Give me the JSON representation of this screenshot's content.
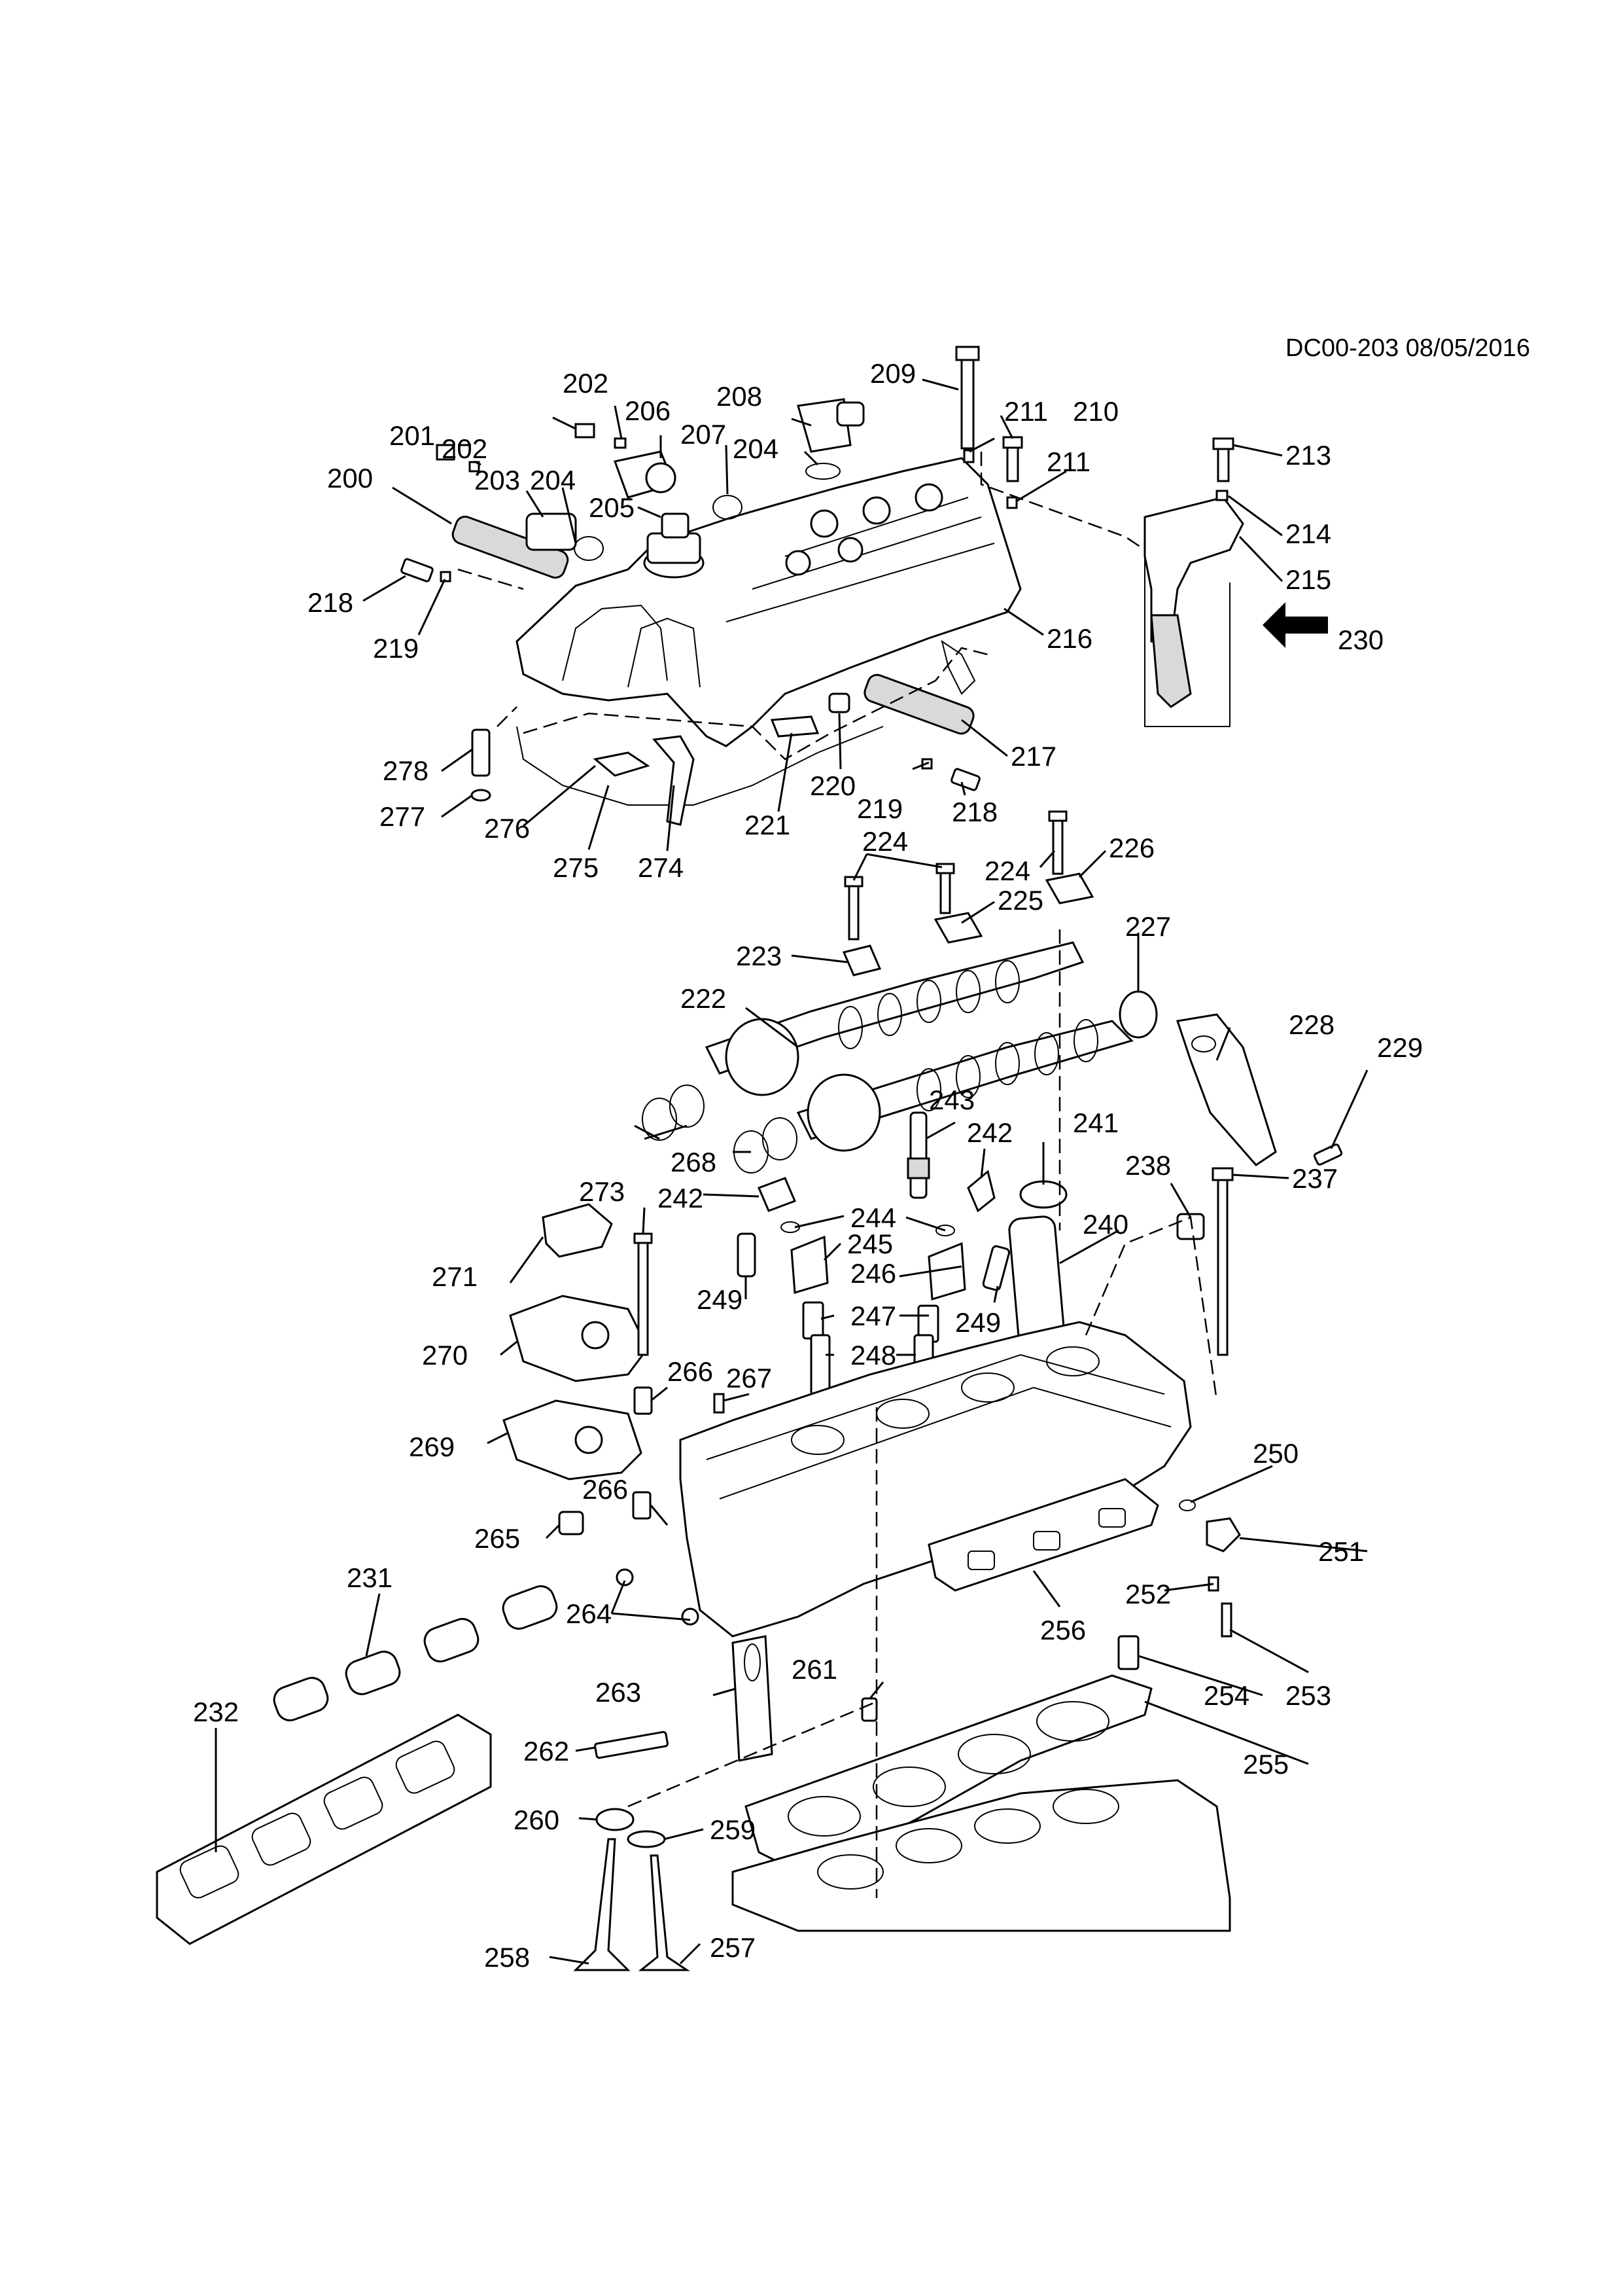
{
  "drawing": {
    "reference": "DC00-203 08/05/2016",
    "callouts": [
      "200",
      "201",
      "202",
      "202",
      "203",
      "204",
      "204",
      "205",
      "206",
      "207",
      "208",
      "209",
      "210",
      "211",
      "211",
      "213",
      "214",
      "215",
      "216",
      "217",
      "218",
      "218",
      "219",
      "219",
      "220",
      "221",
      "222",
      "223",
      "224",
      "224",
      "225",
      "226",
      "227",
      "228",
      "229",
      "230",
      "231",
      "232",
      "237",
      "238",
      "240",
      "241",
      "242",
      "242",
      "243",
      "244",
      "245",
      "246",
      "247",
      "248",
      "249",
      "249",
      "250",
      "251",
      "252",
      "253",
      "254",
      "255",
      "256",
      "257",
      "258",
      "259",
      "260",
      "261",
      "262",
      "263",
      "264",
      "265",
      "266",
      "266",
      "267",
      "268",
      "269",
      "270",
      "271",
      "273",
      "274",
      "275",
      "276",
      "277",
      "278"
    ]
  }
}
